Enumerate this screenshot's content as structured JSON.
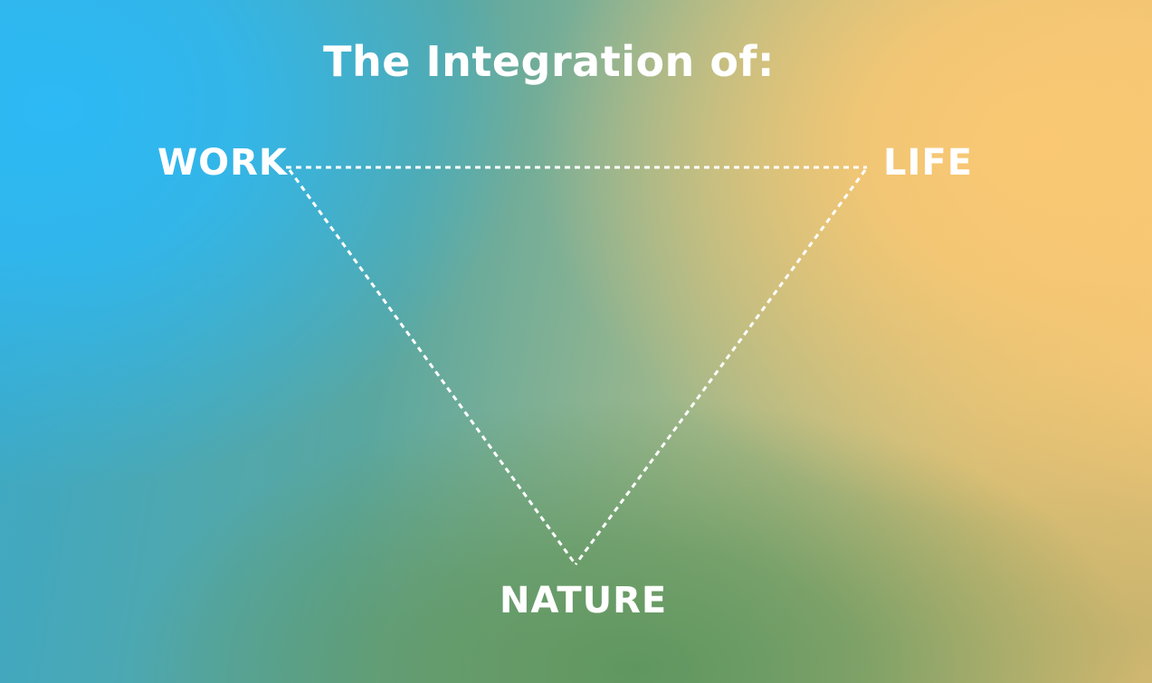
{
  "title": "The Integration of:",
  "nodes": {
    "work": "WORK",
    "life": "LIFE",
    "nature": "NATURE"
  },
  "colors": {
    "text": "#ffffff",
    "line": "#ffffff",
    "blue": "#2db9f5",
    "orange": "#fac873",
    "green": "#5f965f"
  }
}
